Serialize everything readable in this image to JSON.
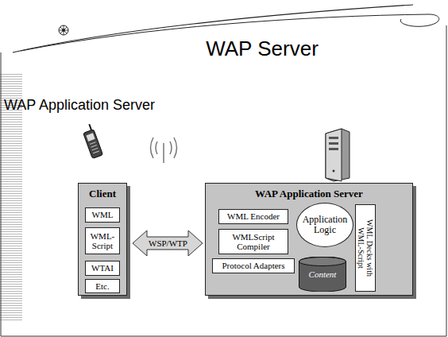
{
  "diagram": {
    "title": "WAP Server",
    "nodes": [
      {
        "text": [
          "Client"
        ]
      },
      {
        "text": [
          "WML"
        ],
        "in": 0
      },
      {
        "text": [
          "WML-Script"
        ],
        "in": 0
      },
      {
        "text": [
          "WTAI"
        ],
        "in": 0
      },
      {
        "text": [
          "Etc."
        ],
        "in": 0
      },
      {
        "text": [
          "WAP Application Server"
        ]
      },
      {
        "text": [
          "WML Encoder"
        ],
        "in": 5
      },
      {
        "text": [
          "WMLScript Compiler"
        ],
        "in": 5
      },
      {
        "text": [
          "Protocol Adapters"
        ],
        "in": 5
      },
      {
        "text": [
          "Application Logic"
        ],
        "in": 5
      },
      {
        "text": [
          "Content"
        ],
        "in": 5
      },
      {
        "text": [
          "WML Decks with WML-Script"
        ],
        "in": 5
      }
    ],
    "edges": [
      {
        "from": 0,
        "to": 5,
        "arrow": "both",
        "label": "WSP/WTP"
      }
    ],
    "labels": [
      "WAP Application Server"
    ]
  }
}
